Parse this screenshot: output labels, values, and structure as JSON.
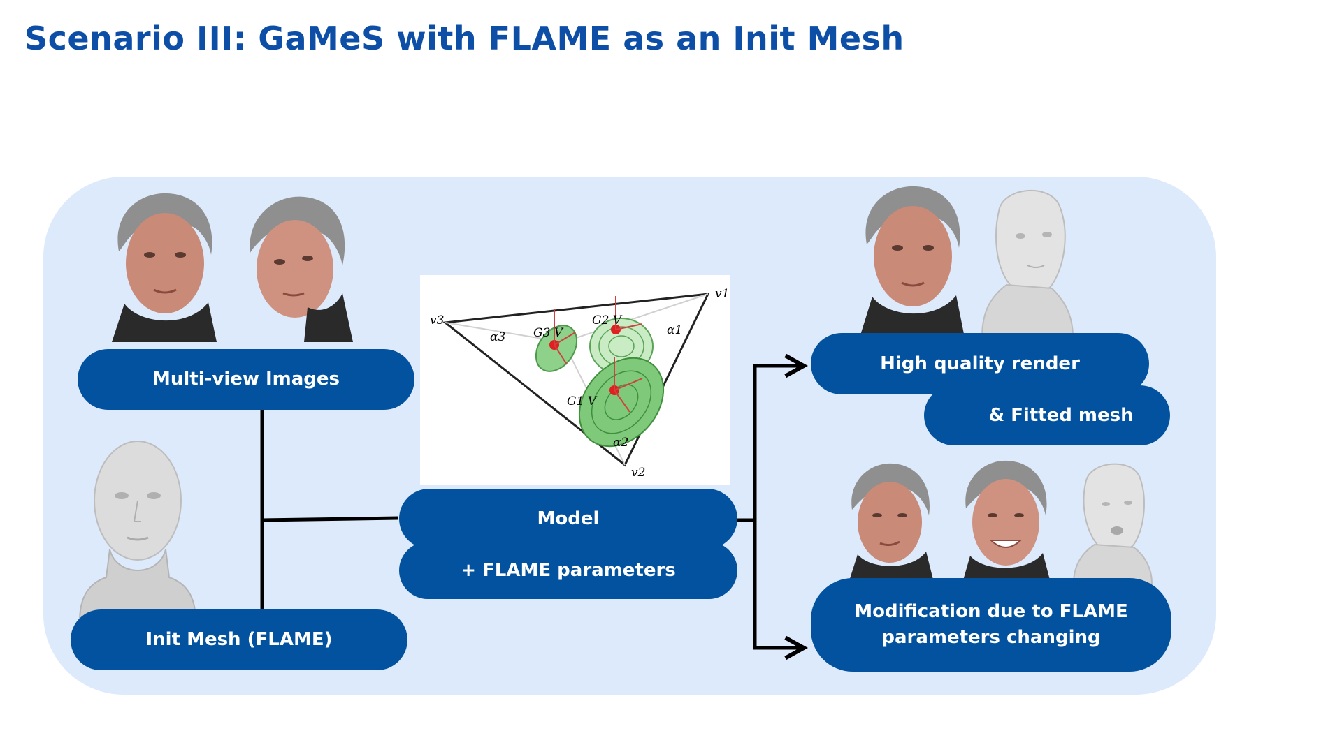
{
  "slide": {
    "title": "Scenario III: GaMeS with FLAME as an Init Mesh"
  },
  "labels": {
    "multiview": "Multi-view Images",
    "init_mesh": "Init Mesh (FLAME)",
    "model": "Model",
    "flame_params": "+ FLAME parameters",
    "hq_render": "High quality render",
    "fitted_mesh": "& Fitted mesh",
    "modification_line1": "Modification due to FLAME",
    "modification_line2": "parameters changing"
  },
  "triangle_figure": {
    "vertices": [
      "v1",
      "v2",
      "v3"
    ],
    "weights": [
      "α1",
      "α2",
      "α3"
    ],
    "gaussians": [
      "G1 V",
      "G2 V",
      "G3 V"
    ]
  },
  "colors": {
    "title": "#0d4ea6",
    "pill": "#02529f",
    "panel": "#ddeafb",
    "gaussian_fill": "#7ec97a",
    "gaussian_center": "#e02020",
    "skin": "#c98a78",
    "hair": "#8a8a8a",
    "mesh": "#d8d8d8"
  }
}
